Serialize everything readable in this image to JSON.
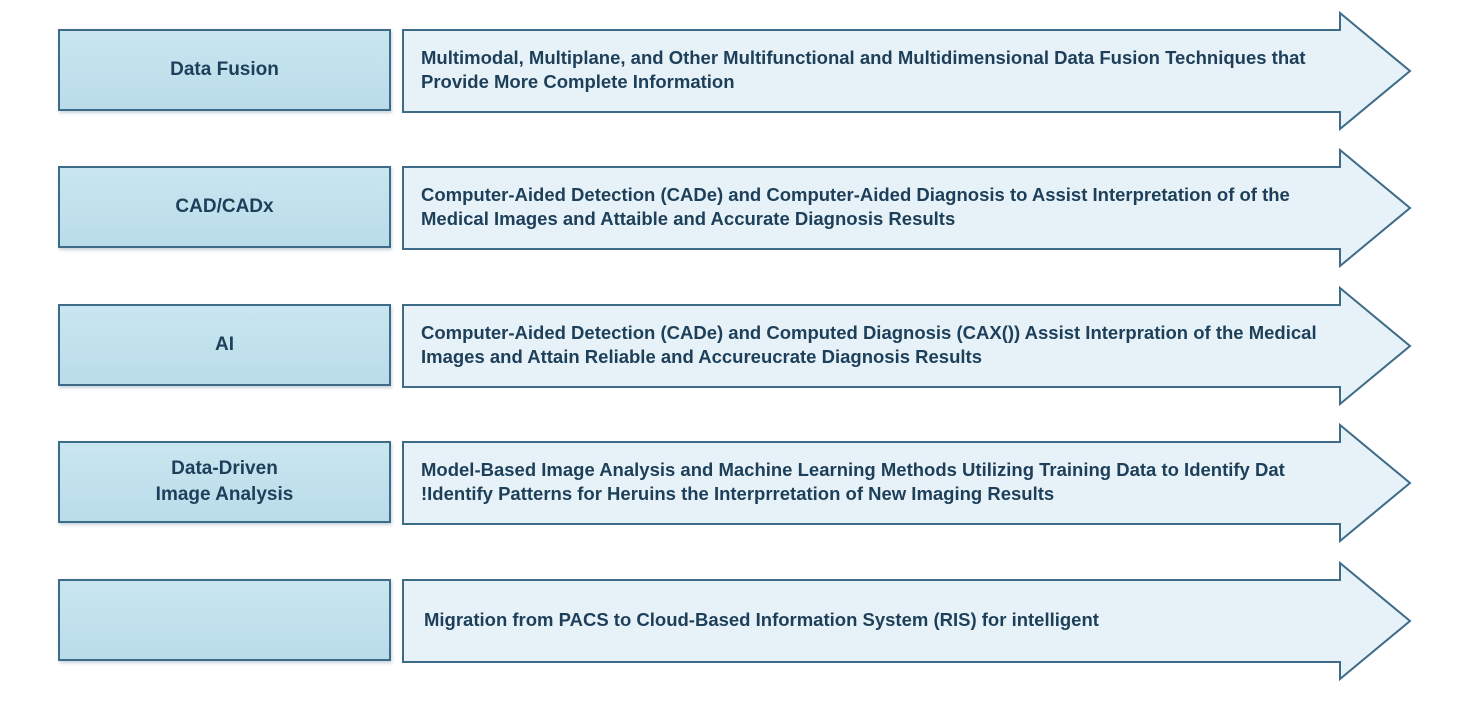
{
  "rows": [
    {
      "label": "Data Fusion",
      "text": "Multimodal, Multiplane, and Other Multifunctional and Multidimensional Data Fusion Techniques that Provide More Complete Information"
    },
    {
      "label": "CAD/CADx",
      "text": "Computer-Aided Detection (CADe) and Computer-Aided Diagnosis to Assist Interpretation of of the Medical Images and Attaible and Accurate Diagnosis Results"
    },
    {
      "label": "AI",
      "text": "Computer-Aided Detection (CADe) and Computed Diagnosis (CAX()) Assist Interpration of the Medical Images and Attain Reliable and Accureucrate Diagnosis Results"
    },
    {
      "label": "Data-Driven\nImage Analysis",
      "text": "Model-Based Image Analysis and Machine Learning Methods Utilizing Training Data to Identify Dat !Identify Patterns for Heruins the Interprretation of New Imaging Results"
    },
    {
      "label": "",
      "text": "Migration from PACS to Cloud-Based Information System (RIS) for intelligent"
    }
  ],
  "colors": {
    "box_border": "#3d6b88",
    "box_fill": "#c2e2ed",
    "arrow_fill": "#e6f2f7",
    "text": "#1d3f5a"
  }
}
